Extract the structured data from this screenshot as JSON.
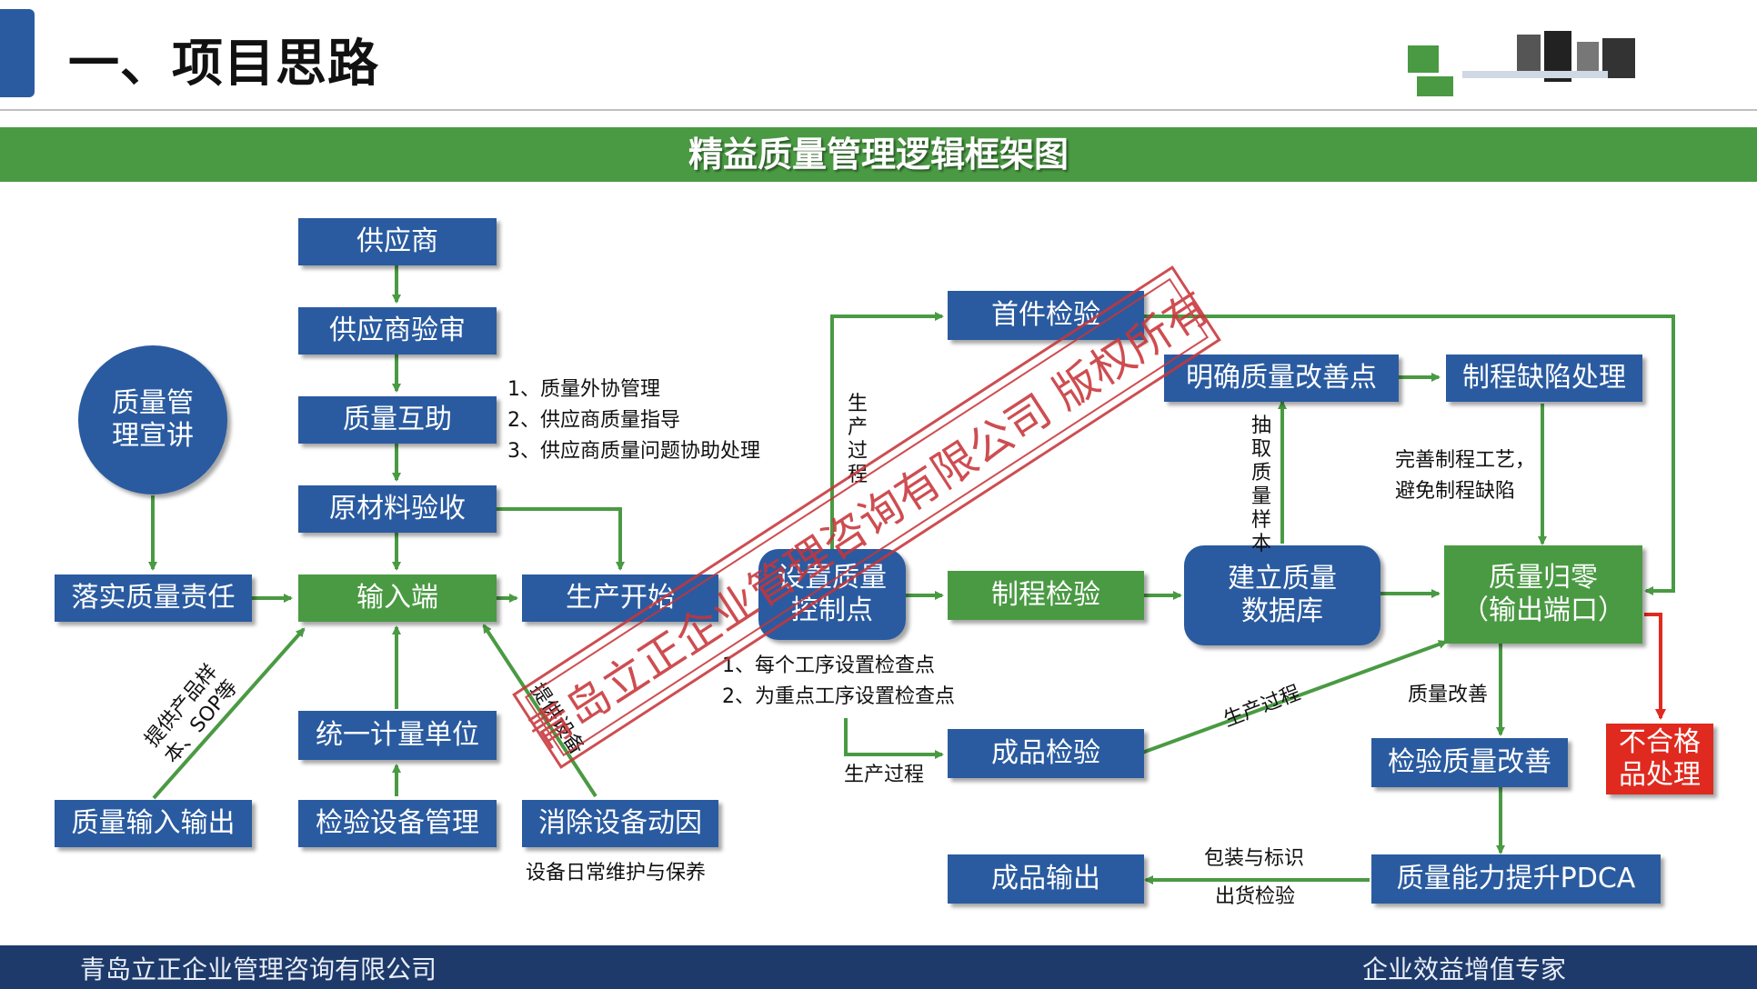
{
  "header": {
    "title": "一、项目思路"
  },
  "banner": {
    "title": "精益质量管理逻辑框架图"
  },
  "footer": {
    "company": "青岛立正企业管理咨询有限公司",
    "slogan": "企业效益增值专家"
  },
  "stamp": {
    "text": "青岛立正企业管理咨询有限公司  版权所有"
  },
  "colors": {
    "blue": "#2a5ba0",
    "green": "#4a9a43",
    "red": "#e02a1f",
    "navy_footer": "#1e3a6a"
  },
  "nodes": {
    "supplier": "供应商",
    "supplier_audit": "供应商验审",
    "quality_assist": "质量互助",
    "material_accept": "原材料验收",
    "quality_lecture": "质量管\n理宣讲",
    "implement_resp": "落实质量责任",
    "input_end": "输入端",
    "production_start": "生产开始",
    "unify_units": "统一计量单位",
    "quality_io": "质量输入输出",
    "equip_mgmt": "检验设备管理",
    "eliminate_equip": "消除设备动因",
    "first_article": "首件检验",
    "control_points": "设置质量\n控制点",
    "process_inspect": "制程检验",
    "quality_db": "建立质量\n数据库",
    "define_improve": "明确质量改善点",
    "defect_handle": "制程缺陷处理",
    "quality_zero": "质量归零\n（输出端口）",
    "finished_inspect": "成品检验",
    "inspect_improve": "检验质量改善",
    "nonconform": "不合格\n品处理",
    "pdca": "质量能力提升PDCA",
    "product_output": "成品输出"
  },
  "notes": {
    "supplier_list": "1、质量外协管理\n2、供应商质量指导\n3、供应商质量问题协助处理",
    "checkpoints": "1、每个工序设置检查点\n2、为重点工序设置检查点",
    "maintenance": "设备日常维护与保养",
    "production_process_v": "生产过程",
    "sample_v": "抽取质量样本",
    "perfect_process": "完善制程工艺，\n避免制程缺陷",
    "production_process_h": "生产过程",
    "production_process_diag": "生产过程",
    "quality_improve": "质量改善",
    "packaging": "包装与标识",
    "shipping": "出货检验",
    "provide_samples": "提供产品样\n本、SOP等",
    "provide_equipment": "提供设备"
  }
}
